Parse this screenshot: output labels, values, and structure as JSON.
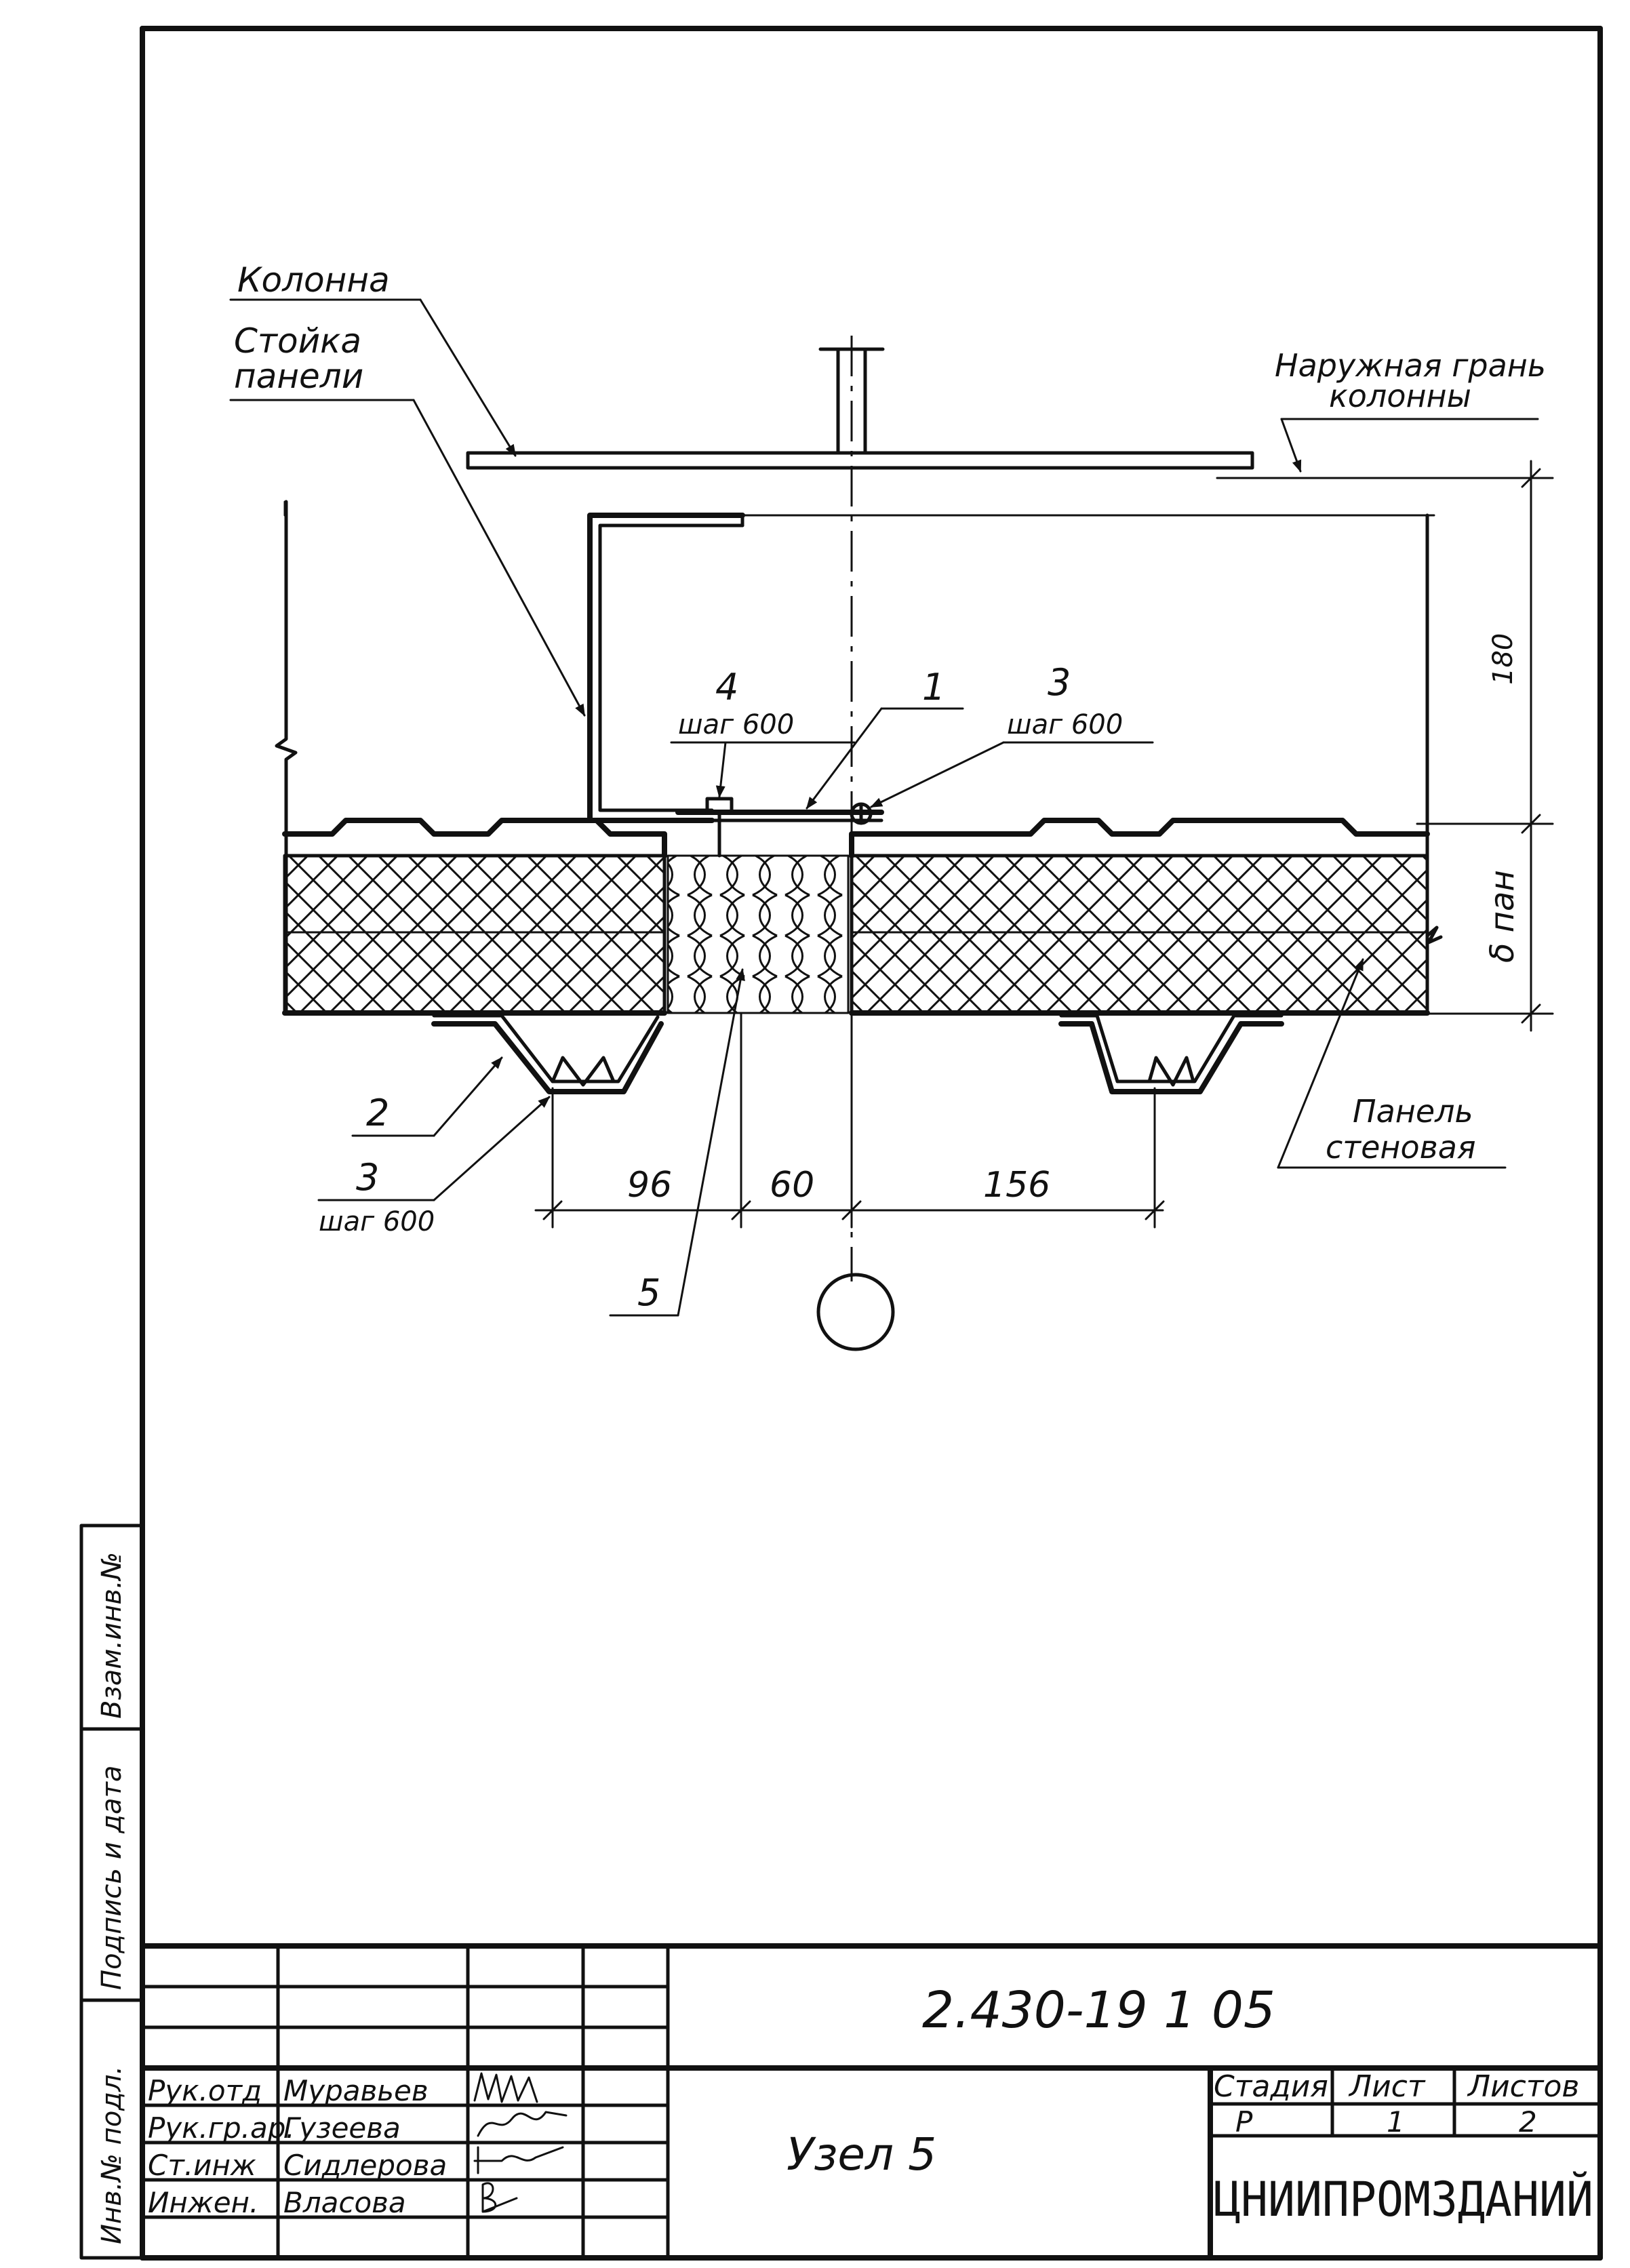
{
  "drawing": {
    "callouts": {
      "column": "Колонна",
      "panel_post_line1": "Стойка",
      "panel_post_line2": "панели",
      "outer_face_line1": "Наружная грань",
      "outer_face_line2": "колонны",
      "wall_panel_line1": "Панель",
      "wall_panel_line2": "стеновая"
    },
    "positions": {
      "p4_num": "4",
      "p4_step": "шаг 600",
      "p1_num": "1",
      "p3_top_num": "3",
      "p3_top_step": "шаг 600",
      "p2_num": "2",
      "p3_bottom_num": "3",
      "p3_bottom_step": "шаг 600",
      "p5_num": "5"
    },
    "dimensions": {
      "d96": "96",
      "d60": "60",
      "d156": "156",
      "d180": "180",
      "panel_thickness": "δ пан"
    }
  },
  "side_stamp": {
    "col1": "Инв.№ подл.",
    "col2": "Подпись и дата",
    "col3": "Взам.инв.№"
  },
  "title_block": {
    "designation": "2.430-19 1 05",
    "title": "Узел 5",
    "organization": "ЦНИИПРОМЗДАНИЙ",
    "stage_header": "Стадия",
    "sheet_header": "Лист",
    "sheets_header": "Листов",
    "stage_value": "Р",
    "sheet_value": "1",
    "sheets_value": "2",
    "roles": [
      "Рук.отд",
      "Рук.гр.ар.",
      "Ст.инж",
      "Инжен."
    ],
    "names": [
      "Муравьев",
      "Гузеева",
      "Сидлерова",
      "Власова"
    ]
  }
}
